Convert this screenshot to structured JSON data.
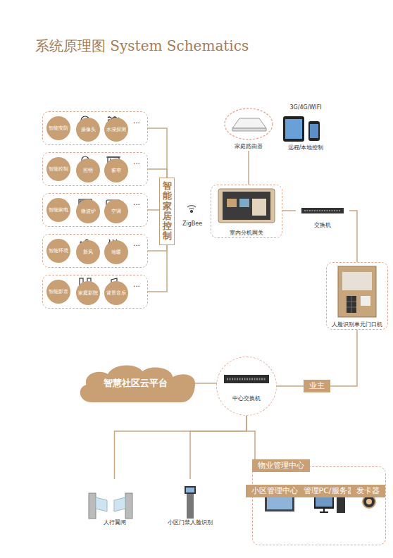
{
  "diagram": {
    "title": "系统原理图 System Schematics",
    "nodes": [
      {
        "text": [
          "智能安防"
        ]
      },
      {
        "text": [
          "摄像头"
        ],
        "in": 0
      },
      {
        "text": [
          "水浸探测"
        ],
        "in": 0
      },
      {
        "text": [
          "智能控制"
        ]
      },
      {
        "text": [
          "照明"
        ],
        "in": 3
      },
      {
        "text": [
          "窗帘"
        ],
        "in": 3
      },
      {
        "text": [
          "智能家电"
        ]
      },
      {
        "text": [
          "微波炉"
        ],
        "in": 6
      },
      {
        "text": [
          "空调"
        ],
        "in": 6
      },
      {
        "text": [
          "智能环境"
        ]
      },
      {
        "text": [
          "新风"
        ],
        "in": 9
      },
      {
        "text": [
          "地暖"
        ],
        "in": 9
      },
      {
        "text": [
          "智能影音"
        ]
      },
      {
        "text": [
          "家庭影院"
        ],
        "in": 12
      },
      {
        "text": [
          "背景音乐"
        ],
        "in": 12
      },
      {
        "text": [
          "智能家居控制"
        ]
      },
      {
        "text": [
          "家庭路由器"
        ]
      },
      {
        "text": [
          "3G/4G/WIFI",
          "远程/本地控制"
        ]
      },
      {
        "text": [
          "室内分机网关"
        ]
      },
      {
        "text": [
          "交换机"
        ]
      },
      {
        "text": [
          "人脸识别单元门口机"
        ]
      },
      {
        "text": [
          "智慧社区云平台"
        ]
      },
      {
        "text": [
          "中心交换机"
        ]
      },
      {
        "text": [
          "人行翼闸"
        ]
      },
      {
        "text": [
          "小区门禁人脸识别"
        ]
      },
      {
        "text": [
          "物业管理中心"
        ]
      },
      {
        "text": [
          "小区管理中心机"
        ],
        "in": 25
      },
      {
        "text": [
          "管理PC/服务器"
        ],
        "in": 25
      },
      {
        "text": [
          "发卡器"
        ],
        "in": 25
      }
    ],
    "edges": [
      {
        "from": 0,
        "to": 15,
        "arrow": "none"
      },
      {
        "from": 3,
        "to": 15,
        "arrow": "none"
      },
      {
        "from": 6,
        "to": 15,
        "arrow": "none"
      },
      {
        "from": 9,
        "to": 15,
        "arrow": "none"
      },
      {
        "from": 12,
        "to": 15,
        "arrow": "none"
      },
      {
        "from": 16,
        "to": 18,
        "arrow": "none"
      },
      {
        "from": 18,
        "to": 19,
        "arrow": "none"
      },
      {
        "from": 19,
        "to": 20,
        "arrow": "none"
      },
      {
        "from": 20,
        "to": 22,
        "label": "业主",
        "arrow": "none"
      },
      {
        "from": 21,
        "to": 22,
        "arrow": "none"
      },
      {
        "from": 22,
        "to": 23,
        "arrow": "none"
      },
      {
        "from": 22,
        "to": 24,
        "arrow": "none"
      },
      {
        "from": 22,
        "to": 25,
        "arrow": "none"
      }
    ],
    "labels": [
      "...",
      "...",
      "...",
      "...",
      "...",
      "ZigBee"
    ]
  }
}
